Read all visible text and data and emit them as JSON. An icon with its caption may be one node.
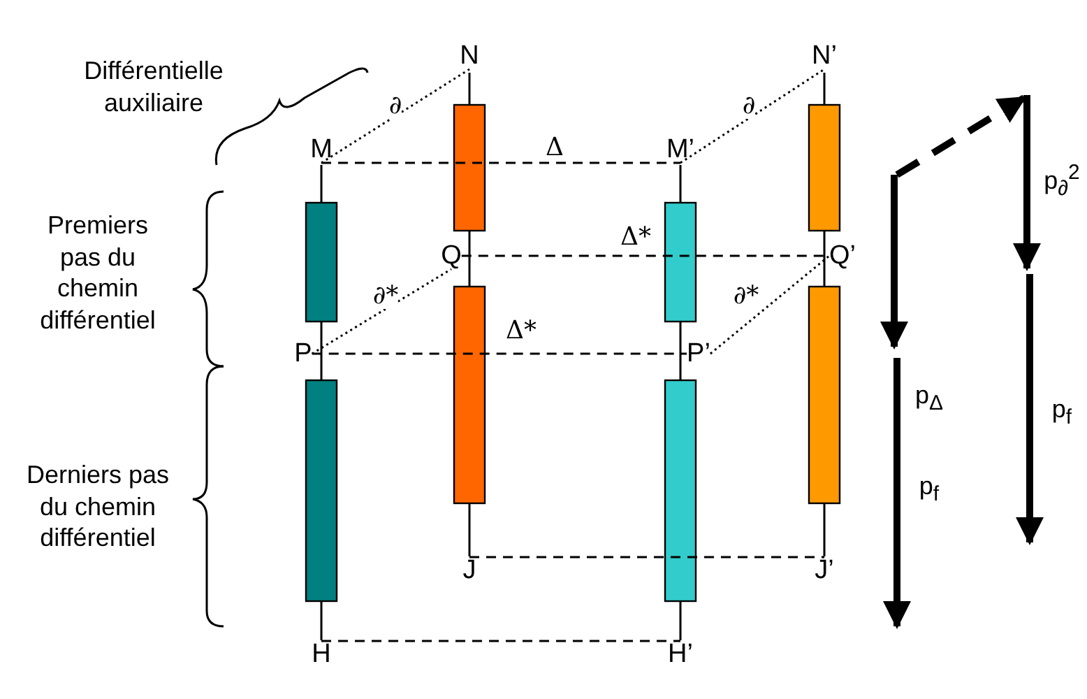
{
  "diagram": {
    "nodes": [
      {
        "text": [
          "N"
        ]
      },
      {
        "text": [
          "N’"
        ]
      },
      {
        "text": [
          "M"
        ]
      },
      {
        "text": [
          "M’"
        ]
      },
      {
        "text": [
          "Q"
        ]
      },
      {
        "text": [
          "Q’"
        ]
      },
      {
        "text": [
          "P"
        ]
      },
      {
        "text": [
          "P’"
        ]
      },
      {
        "text": [
          "J"
        ]
      },
      {
        "text": [
          "J’"
        ]
      },
      {
        "text": [
          "H"
        ]
      },
      {
        "text": [
          "H’"
        ]
      }
    ],
    "edges": [
      {
        "from": 2,
        "to": 3,
        "arrow": "none",
        "style": "dashed",
        "label": "Δ"
      },
      {
        "from": 2,
        "to": 0,
        "arrow": "none",
        "style": "dashed",
        "label": "∂"
      },
      {
        "from": 3,
        "to": 1,
        "arrow": "none",
        "style": "dashed",
        "label": "∂"
      },
      {
        "from": 4,
        "to": 5,
        "arrow": "none",
        "style": "dashed",
        "label": "Δ*"
      },
      {
        "from": 6,
        "to": 4,
        "arrow": "none",
        "style": "dashed",
        "label": "∂*"
      },
      {
        "from": 7,
        "to": 5,
        "arrow": "none",
        "style": "dashed",
        "label": "∂*"
      },
      {
        "from": 6,
        "to": 7,
        "arrow": "none",
        "style": "dashed",
        "label": "Δ*"
      },
      {
        "from": 8,
        "to": 9,
        "arrow": "none",
        "style": "dashed"
      },
      {
        "from": 10,
        "to": 11,
        "arrow": "none",
        "style": "dashed"
      }
    ],
    "labels": [
      "Différentielle auxiliaire",
      "p$_{∂}$$^{2}$",
      "Premiers pas du chemin différentiel",
      "p$_{Δ}$",
      "p$_{f}$",
      "p$_{f}$",
      "Derniers pas du chemin différentiel"
    ]
  }
}
